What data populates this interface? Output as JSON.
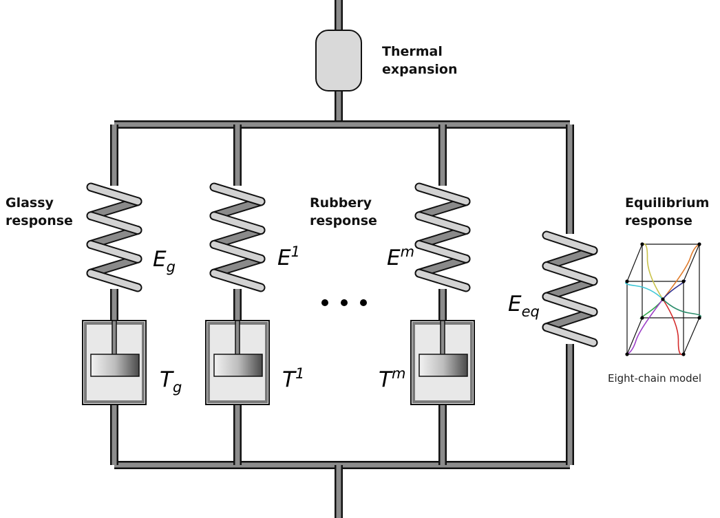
{
  "labels": {
    "thermal_line1": "Thermal",
    "thermal_line2": "expansion",
    "glassy_line1": "Glassy",
    "glassy_line2": "response",
    "rubbery_line1": "Rubbery",
    "rubbery_line2": "response",
    "equilibrium_line1": "Equilibrium",
    "equilibrium_line2": "response",
    "eight_chain_caption": "Eight-chain model"
  },
  "symbols": {
    "eg_base": "E",
    "eg_sub": "g",
    "e1_base": "E",
    "e1_sup": "1",
    "em_base": "E",
    "em_sup": "m",
    "eeq_base": "E",
    "eeq_sub": "eq",
    "tg_base": "T",
    "tg_sub": "g",
    "t1_base": "T",
    "t1_sup": "1",
    "tm_base": "T",
    "tm_sup": "m"
  },
  "colors": {
    "frame_outer": "#111111",
    "frame_fill": "#8c8c8c",
    "spring_light": "#d2d2d2",
    "spring_dark": "#8a8a8a",
    "box_fill": "#e8e8e8",
    "chains": [
      "#e07b2a",
      "#c9c24a",
      "#3cc7d6",
      "#2a2a8c",
      "#2ea84a",
      "#9c3fc7",
      "#d42a2a",
      "#2a8c6a"
    ]
  }
}
